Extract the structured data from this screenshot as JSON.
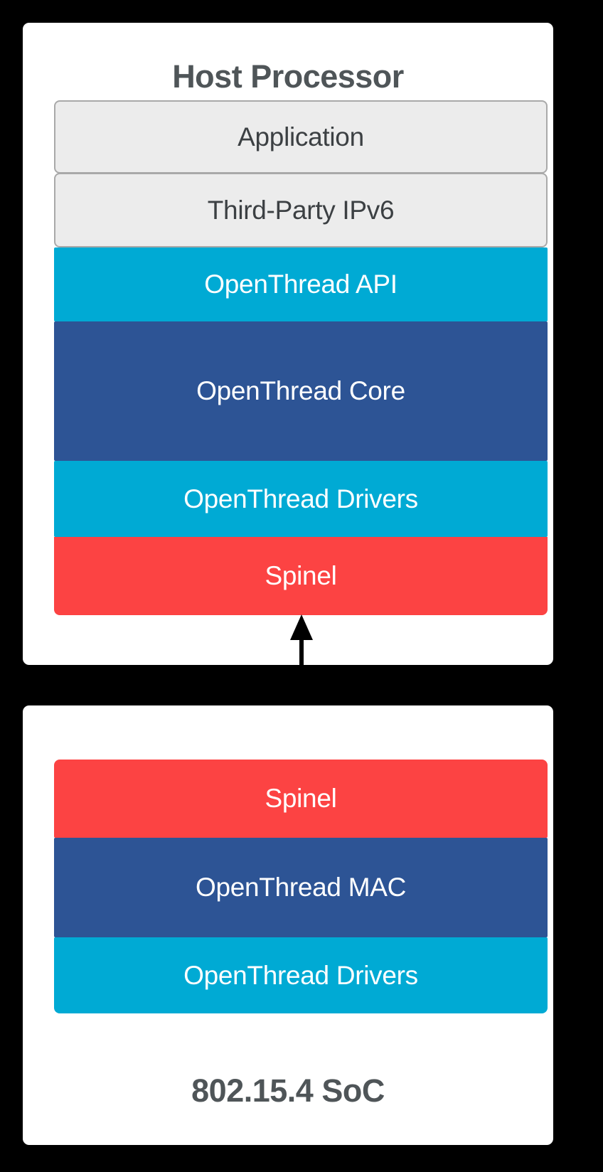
{
  "diagram": {
    "title_top": "Host Processor",
    "title_bottom": "802.15.4 SoC",
    "connector": {
      "name": "bidirectional-arrow",
      "direction": "both",
      "color": "#000000",
      "from": "Spinel (Host Processor)",
      "to": "Spinel (802.15.4 SoC)"
    }
  },
  "palette": {
    "background": "#000000",
    "panel": "#ffffff",
    "neutral_fill": "#ececec",
    "neutral_border": "#a9a9a9",
    "neutral_text": "#3c4043",
    "cyan": "#00aad4",
    "dark_blue": "#2d5495",
    "red": "#fc4343",
    "caption_text": "#4f5558",
    "tinted_text": "#ffffff"
  },
  "host_processor": {
    "title": "Host Processor",
    "layers": [
      {
        "label": "Application",
        "style": "neutral",
        "fill": "#ececec",
        "text_color": "#3c4043"
      },
      {
        "label": "Third-Party IPv6",
        "style": "neutral",
        "fill": "#ececec",
        "text_color": "#3c4043"
      },
      {
        "label": "OpenThread API",
        "style": "tinted",
        "fill": "#00aad4",
        "text_color": "#ffffff"
      },
      {
        "label": "OpenThread Core",
        "style": "tinted",
        "fill": "#2d5495",
        "text_color": "#ffffff"
      },
      {
        "label": "OpenThread Drivers",
        "style": "tinted",
        "fill": "#00aad4",
        "text_color": "#ffffff"
      },
      {
        "label": "Spinel",
        "style": "tinted",
        "fill": "#fc4343",
        "text_color": "#ffffff"
      }
    ]
  },
  "soc": {
    "title": "802.15.4 SoC",
    "layers": [
      {
        "label": "Spinel",
        "style": "tinted",
        "fill": "#fc4343",
        "text_color": "#ffffff"
      },
      {
        "label": "OpenThread MAC",
        "style": "tinted",
        "fill": "#2d5495",
        "text_color": "#ffffff"
      },
      {
        "label": "OpenThread Drivers",
        "style": "tinted",
        "fill": "#00aad4",
        "text_color": "#ffffff"
      }
    ]
  }
}
